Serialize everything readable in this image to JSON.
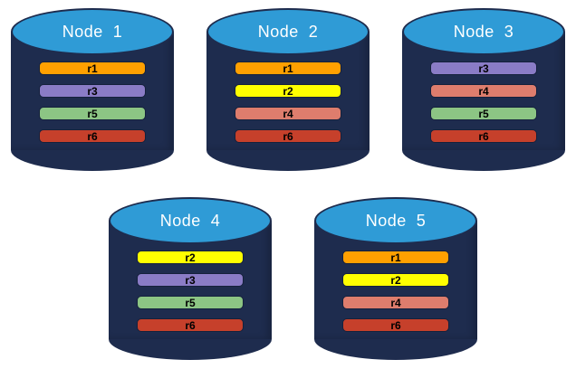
{
  "diagram": {
    "background": "#FFFFFF",
    "cylinder_body_color": "#1E2C4E",
    "cylinder_top_color": "#2F9BD6",
    "cylinder_outline_color": "#1E2C4E",
    "title_text_color": "#FFFFFF",
    "partition_text_color": "#000000"
  },
  "nodes": [
    {
      "title": "Node  1",
      "partitions": [
        {
          "label": "r1",
          "color": "#FFA000"
        },
        {
          "label": "r3",
          "color": "#8A7CC6"
        },
        {
          "label": "r5",
          "color": "#8CC584"
        },
        {
          "label": "r6",
          "color": "#C6402B"
        }
      ]
    },
    {
      "title": "Node  2",
      "partitions": [
        {
          "label": "r1",
          "color": "#FFA000"
        },
        {
          "label": "r2",
          "color": "#FFFF00"
        },
        {
          "label": "r4",
          "color": "#DE7D6D"
        },
        {
          "label": "r6",
          "color": "#C6402B"
        }
      ]
    },
    {
      "title": "Node  3",
      "partitions": [
        {
          "label": "r3",
          "color": "#8A7CC6"
        },
        {
          "label": "r4",
          "color": "#DE7D6D"
        },
        {
          "label": "r5",
          "color": "#8CC584"
        },
        {
          "label": "r6",
          "color": "#C6402B"
        }
      ]
    },
    {
      "title": "Node  4",
      "partitions": [
        {
          "label": "r2",
          "color": "#FFFF00"
        },
        {
          "label": "r3",
          "color": "#8A7CC6"
        },
        {
          "label": "r5",
          "color": "#8CC584"
        },
        {
          "label": "r6",
          "color": "#C6402B"
        }
      ]
    },
    {
      "title": "Node  5",
      "partitions": [
        {
          "label": "r1",
          "color": "#FFA000"
        },
        {
          "label": "r2",
          "color": "#FFFF00"
        },
        {
          "label": "r4",
          "color": "#DE7D6D"
        },
        {
          "label": "r6",
          "color": "#C6402B"
        }
      ]
    }
  ]
}
